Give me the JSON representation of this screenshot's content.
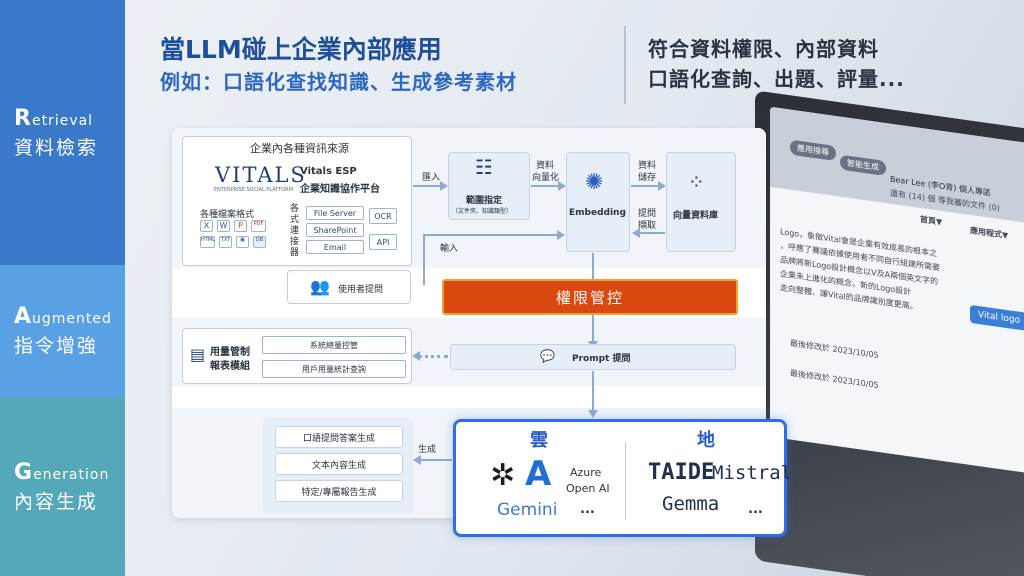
{
  "header": {
    "title": "當LLM碰上企業內部應用",
    "subtitle": "例如：口語化查找知識、生成參考素材",
    "note_line1": "符合資料權限、內部資料",
    "note_line2": "口語化查詢、出題、評量..."
  },
  "rag": [
    {
      "initial": "R",
      "rest": "etrieval",
      "zh": "資料檢索",
      "color": "#3a79c9"
    },
    {
      "initial": "A",
      "rest": "ugmented",
      "zh": "指令增強",
      "color": "#5aa0e4"
    },
    {
      "initial": "G",
      "rest": "eneration",
      "zh": "內容生成",
      "color": "#54a8b7"
    }
  ],
  "diagram": {
    "sources_title": "企業內各種資訊來源",
    "vitals_logo": "VITALS",
    "vitals_tag": "ENTERPRISE SOCIAL PLATFORM",
    "vitals_name1": "Vitals ESP",
    "vitals_name2": "企業知識協作平台",
    "file_formats": "各種檔案格式",
    "file_icons": [
      "X",
      "W",
      "P",
      "PDF",
      "HTML",
      "TXT",
      "DB"
    ],
    "connector_label": "各式連接器",
    "connectors": [
      "File Server",
      "SharePoint",
      "Email"
    ],
    "right_connectors": [
      "OCR",
      "API"
    ],
    "user_question": "使用者提問",
    "import_label": "匯入",
    "input_label": "輸入",
    "scope_title": "範圍指定",
    "scope_sub": "（文件夾、知識類型）",
    "vectorize_label1": "資料",
    "vectorize_label2": "向量化",
    "embedding": "Embedding",
    "store_label1": "資料",
    "store_label2": "儲存",
    "query_label1": "提問",
    "query_label2": "擷取",
    "vector_db": "向量資料庫",
    "permission": "權限管控",
    "usage_title1": "用量管制",
    "usage_title2": "報表模組",
    "usage_items": [
      "系統總量控管",
      "用戶用量統計查詢"
    ],
    "prompt": "Prompt 提問",
    "generate_label": "生成",
    "gen_items": [
      "口語提問答案生成",
      "文本內容生成",
      "特定/專屬報告生成"
    ],
    "cloud_title": "雲",
    "local_title": "地",
    "cloud_models": [
      "Azure",
      "Open AI",
      "Gemini",
      "..."
    ],
    "local_models": [
      "TAIDE",
      "Mistral",
      "Gemma",
      "..."
    ]
  },
  "laptop_screen": {
    "pills": [
      "應用搜尋",
      "智能生成"
    ],
    "user": "Bear Lee (李O青) 個人專區",
    "count": "還有 (14) 個  等我審的文件 (0)",
    "nav": [
      "首頁▼",
      "應用程式▼"
    ],
    "badge": "Vital logo",
    "text_lines": [
      "Logo，象徵Vital會是企業有效成長的根本之",
      "，呼應了賽議依據使用者不同自行組建所需要",
      "品牌將新Logo設計概念以V及A兩個英文字的",
      "企業未上進化的概念，新的Logo設計",
      "走向整體、讓Vital的品牌識別度更高。"
    ],
    "dates": [
      "最後修改於 2023/10/05",
      "最後修改於 2023/10/05"
    ]
  },
  "colors": {
    "title": "#1f4f9c",
    "permission": "#d9480f",
    "llm_border": "#2f6fe6"
  }
}
